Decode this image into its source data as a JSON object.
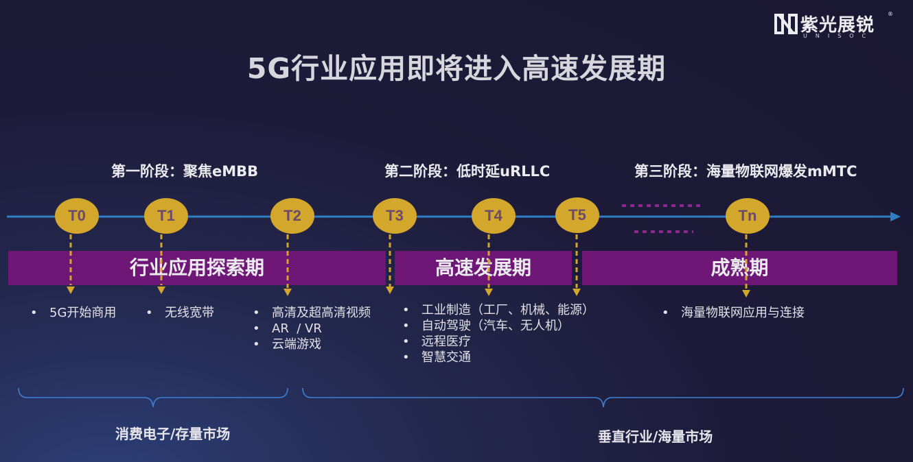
{
  "title": "5G行业应用即将进入高速发展期",
  "logo": {
    "name": "紫光展锐",
    "sub": "UNISOC",
    "reg": "®"
  },
  "stages": [
    "第一阶段：聚焦eMBB",
    "第二阶段：低时延uRLLC",
    "第三阶段：海量物联网爆发mMTC"
  ],
  "nodes": [
    "T0",
    "T1",
    "T2",
    "T3",
    "T4",
    "T5",
    "Tn"
  ],
  "periods": [
    "行业应用探索期",
    "高速发展期",
    "成熟期"
  ],
  "bullets": {
    "t0": [
      "5G开始商用"
    ],
    "t1": [
      "无线宽带"
    ],
    "t2": [
      "高清及超高清视频",
      "AR  / VR",
      "云端游戏"
    ],
    "t3": [
      "工业制造（工厂、机械、能源）",
      "自动驾驶（汽车、无人机）",
      "远程医疗",
      "智慧交通"
    ],
    "tn": [
      "海量物联网应用与连接"
    ]
  },
  "markets": [
    "消费电子/存量市场",
    "垂直行业/海量市场"
  ],
  "colors": {
    "timeline": "#2f7fc4",
    "node": "#d3a62c",
    "node_text": "#6b4a6a",
    "band": "#6e1777",
    "dots": "#8a2a8e",
    "bracket": "#3d7fd4"
  }
}
